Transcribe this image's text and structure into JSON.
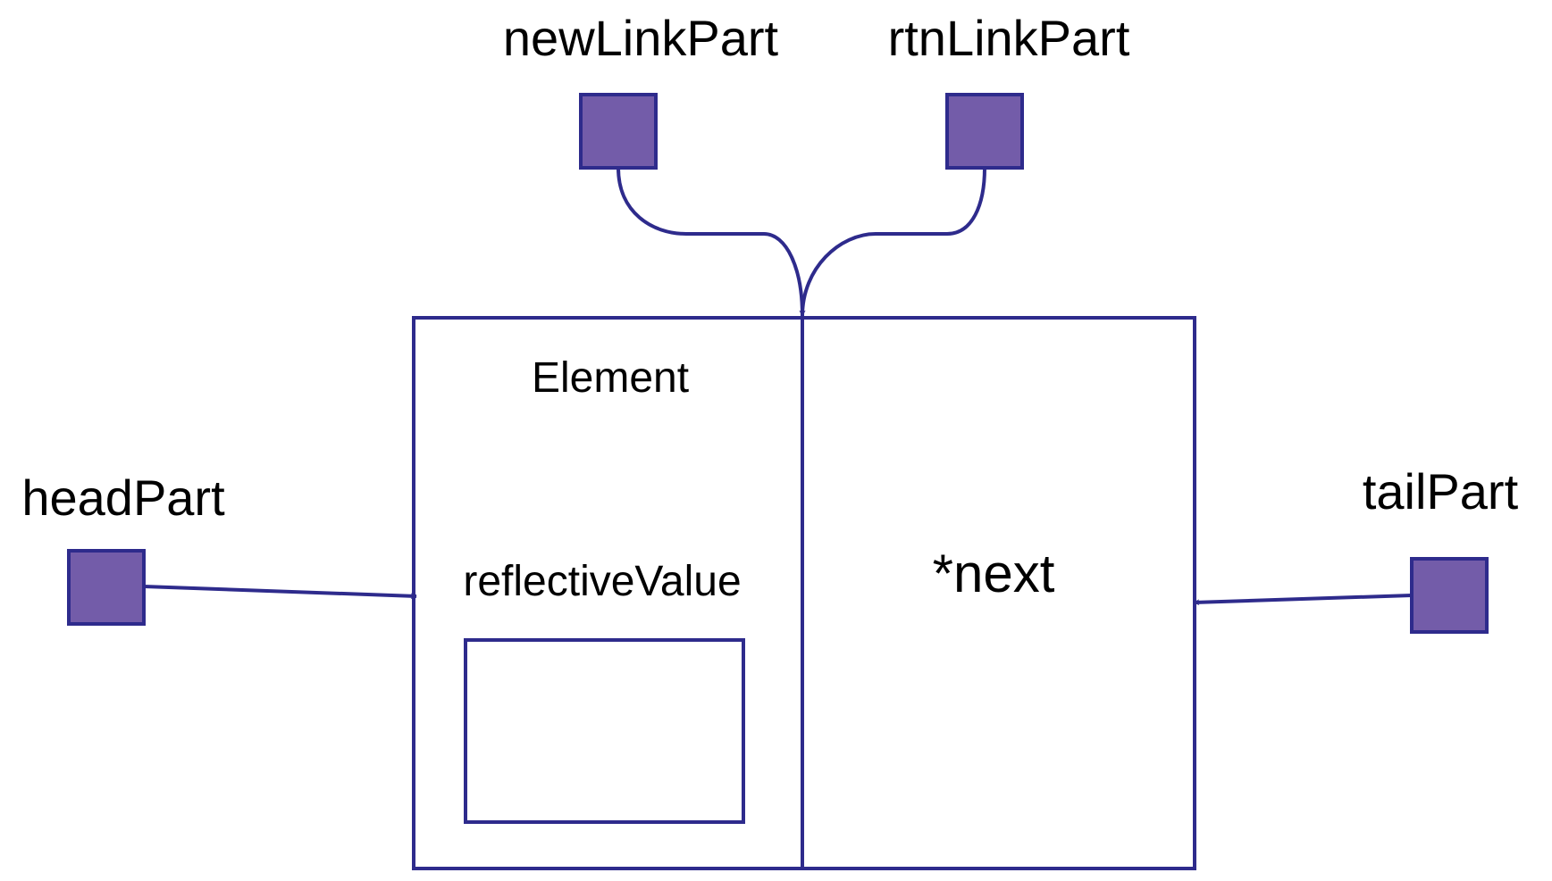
{
  "colors": {
    "stroke": "#2e2b8c",
    "node_fill": "#735ca9",
    "background": "#ffffff",
    "text": "#000000"
  },
  "nodes": {
    "new_link": {
      "label": "newLinkPart"
    },
    "rtn_link": {
      "label": "rtnLinkPart"
    },
    "head": {
      "label": "headPart"
    },
    "tail": {
      "label": "tailPart"
    }
  },
  "element": {
    "title": "Element",
    "value_label": "reflectiveValue",
    "next_label": "*next"
  }
}
